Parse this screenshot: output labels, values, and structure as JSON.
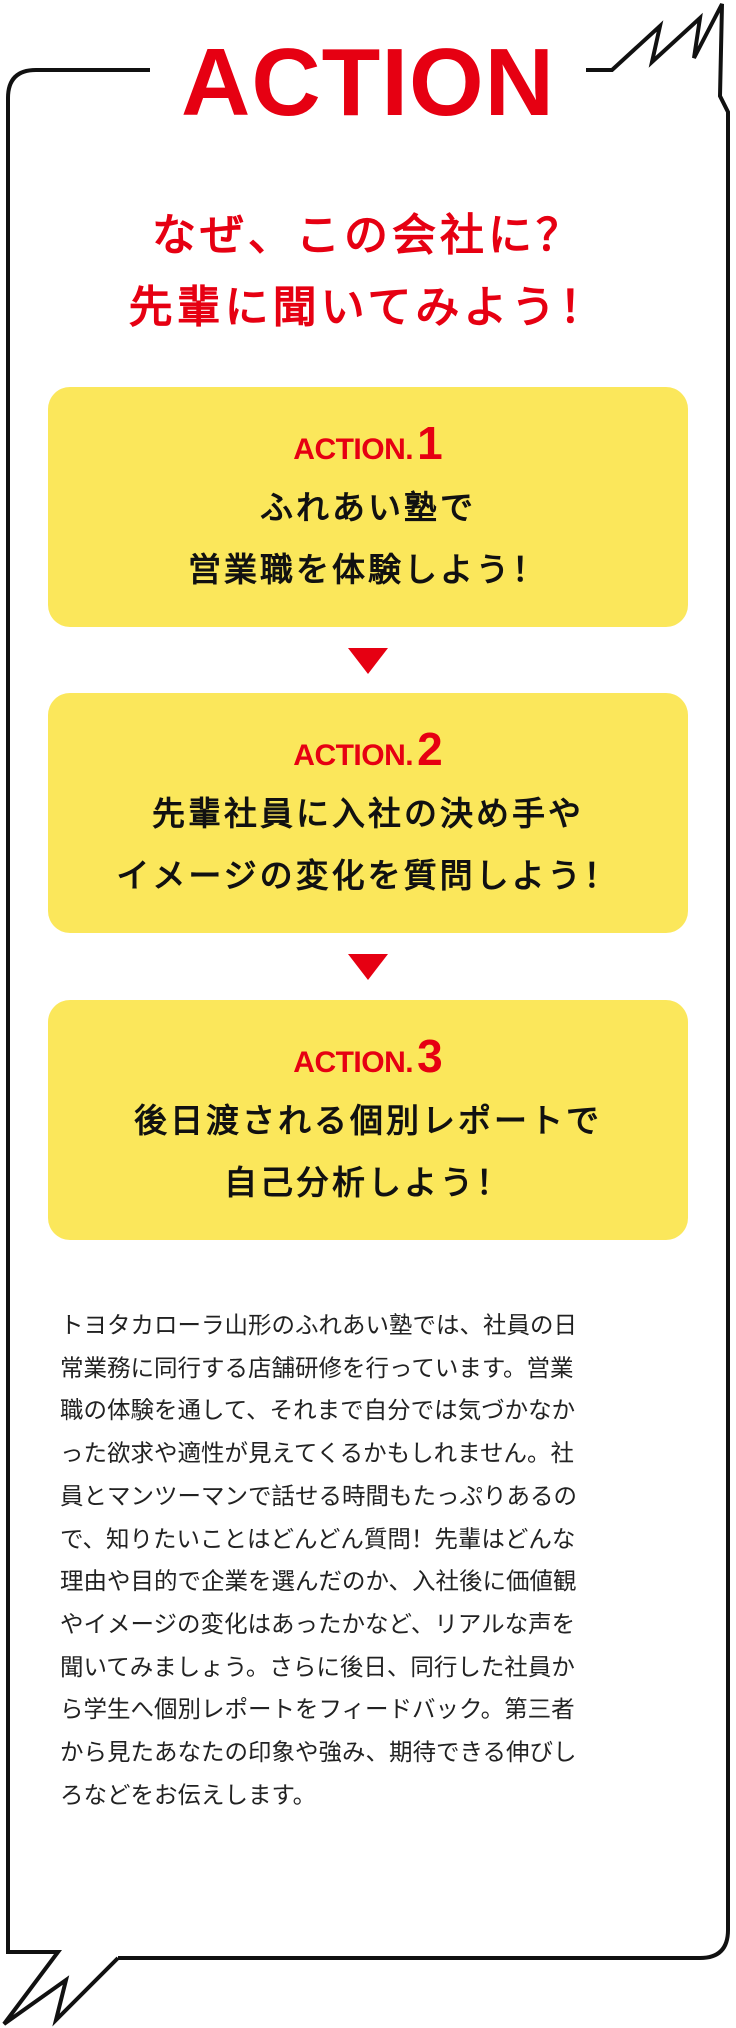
{
  "header": {
    "title": "ACTION",
    "subtitle_lines": [
      "なぜ、この会社に？",
      "先輩に聞いてみよう！"
    ]
  },
  "actions": [
    {
      "label_word": "ACTION.",
      "label_number": "1",
      "text_lines": [
        "ふれあい塾で",
        "営業職を体験しよう！"
      ]
    },
    {
      "label_word": "ACTION.",
      "label_number": "2",
      "text_lines": [
        "先輩社員に入社の決め手や",
        "イメージの変化を質問しよう！"
      ]
    },
    {
      "label_word": "ACTION.",
      "label_number": "3",
      "text_lines": [
        "後日渡される個別レポートで",
        "自己分析しよう！"
      ]
    }
  ],
  "description_lines": [
    "トヨタカローラ山形のふれあい塾では、社員の日",
    "常業務に同行する店舗研修を行っています。営業",
    "職の体験を通して、それまで自分では気づかなか",
    "った欲求や適性が見えてくるかもしれません。社",
    "員とマンツーマンで話せる時間もたっぷりあるの",
    "で、知りたいことはどんどん質問！先輩はどんな",
    "理由や目的で企業を選んだのか、入社後に価値観",
    "やイメージの変化はあったかなど、リアルな声を",
    "聞いてみましょう。さらに後日、同行した社員か",
    "ら学生へ個別レポートをフィードバック。第三者",
    "から見たあなたの印象や強み、期待できる伸びし",
    "ろなどをお伝えします。"
  ],
  "colors": {
    "accent": "#e60012",
    "card": "#fbe75b",
    "frame": "#111111",
    "text": "#222222"
  }
}
